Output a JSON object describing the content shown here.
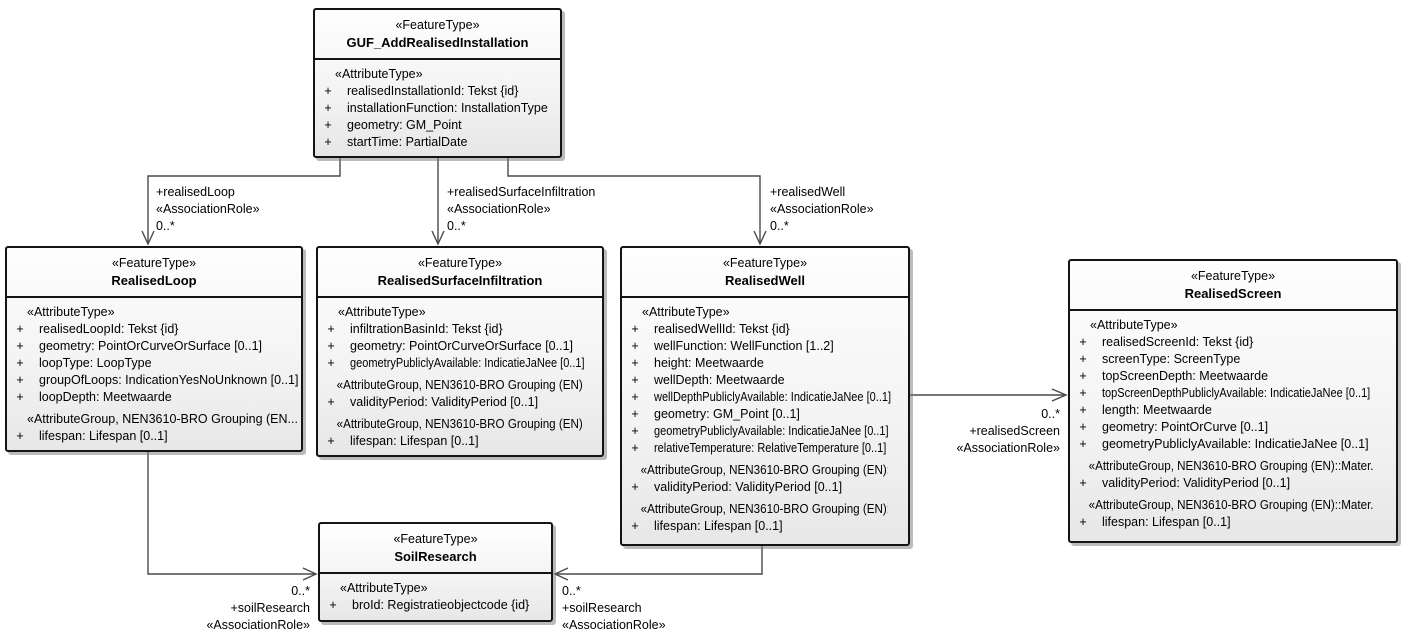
{
  "diagram": {
    "plus": "+",
    "colors": {
      "box_border": "#141414",
      "box_fill_top": "#fefefe",
      "box_fill_bottom": "#e7e7e7",
      "connector": "#4a4a4a",
      "text": "#000000"
    },
    "classes": [
      {
        "stereotype": "«FeatureType»",
        "name": "GUF_AddRealisedInstallation",
        "sections": [
          {
            "header": "«AttributeType»",
            "attrs": [
              "realisedInstallationId: Tekst {id}",
              "installationFunction: InstallationType",
              "geometry: GM_Point",
              "startTime: PartialDate"
            ]
          }
        ]
      },
      {
        "stereotype": "«FeatureType»",
        "name": "RealisedLoop",
        "sections": [
          {
            "header": "«AttributeType»",
            "attrs": [
              "realisedLoopId: Tekst {id}",
              "geometry: PointOrCurveOrSurface [0..1]",
              "loopType: LoopType",
              "groupOfLoops: IndicationYesNoUnknown [0..1]",
              "loopDepth: Meetwaarde"
            ]
          },
          {
            "header": "«AttributeGroup, NEN3610-BRO Grouping (EN...",
            "attrs": [
              "lifespan: Lifespan [0..1]"
            ]
          }
        ]
      },
      {
        "stereotype": "«FeatureType»",
        "name": "RealisedSurfaceInfiltration",
        "sections": [
          {
            "header": "«AttributeType»",
            "attrs": [
              "infiltrationBasinId: Tekst {id}",
              "geometry: PointOrCurveOrSurface [0..1]",
              "geometryPubliclyAvailable: IndicatieJaNee [0..1]"
            ]
          },
          {
            "header": "«AttributeGroup, NEN3610-BRO Grouping (EN)::...",
            "attrs": [
              "validityPeriod: ValidityPeriod [0..1]"
            ]
          },
          {
            "header": "«AttributeGroup, NEN3610-BRO Grouping (EN)::...",
            "attrs": [
              "lifespan: Lifespan [0..1]"
            ]
          }
        ]
      },
      {
        "stereotype": "«FeatureType»",
        "name": "RealisedWell",
        "sections": [
          {
            "header": "«AttributeType»",
            "attrs": [
              "realisedWellId: Tekst {id}",
              "wellFunction: WellFunction [1..2]",
              "height: Meetwaarde",
              "wellDepth: Meetwaarde",
              "wellDepthPubliclyAvailable: IndicatieJaNee [0..1]",
              "geometry: GM_Point [0..1]",
              "geometryPubliclyAvailable: IndicatieJaNee [0..1]",
              "relativeTemperature: RelativeTemperature [0..1]"
            ]
          },
          {
            "header": "«AttributeGroup, NEN3610-BRO Grouping (EN)::...",
            "attrs": [
              "validityPeriod: ValidityPeriod [0..1]"
            ]
          },
          {
            "header": "«AttributeGroup, NEN3610-BRO Grouping (EN)::...",
            "attrs": [
              "lifespan: Lifespan [0..1]"
            ]
          }
        ]
      },
      {
        "stereotype": "«FeatureType»",
        "name": "RealisedScreen",
        "sections": [
          {
            "header": "«AttributeType»",
            "attrs": [
              "realisedScreenId: Tekst {id}",
              "screenType: ScreenType",
              "topScreenDepth: Meetwaarde",
              "topScreenDepthPubliclyAvailable: IndicatieJaNee [0..1]",
              "length: Meetwaarde",
              "geometry: PointOrCurve [0..1]",
              "geometryPubliclyAvailable: IndicatieJaNee [0..1]"
            ]
          },
          {
            "header": "«AttributeGroup, NEN3610-BRO Grouping (EN)::Mater...",
            "attrs": [
              "validityPeriod: ValidityPeriod [0..1]"
            ]
          },
          {
            "header": "«AttributeGroup, NEN3610-BRO Grouping (EN)::Mater...",
            "attrs": [
              "lifespan: Lifespan [0..1]"
            ]
          }
        ]
      },
      {
        "stereotype": "«FeatureType»",
        "name": "SoilResearch",
        "sections": [
          {
            "header": "«AttributeType»",
            "attrs": [
              "broId: Registratieobjectcode {id}"
            ]
          }
        ]
      }
    ],
    "associations": [
      {
        "lines": [
          "+realisedLoop",
          "«AssociationRole»",
          "0..*"
        ]
      },
      {
        "lines": [
          "+realisedSurfaceInfiltration",
          "«AssociationRole»",
          "0..*"
        ]
      },
      {
        "lines": [
          "+realisedWell",
          "«AssociationRole»",
          "0..*"
        ]
      },
      {
        "lines": [
          "0..*",
          "+realisedScreen",
          "«AssociationRole»"
        ]
      },
      {
        "lines": [
          "0..*",
          "+soilResearch",
          "«AssociationRole»"
        ]
      },
      {
        "lines": [
          "0..*",
          "+soilResearch",
          "«AssociationRole»"
        ]
      }
    ]
  }
}
